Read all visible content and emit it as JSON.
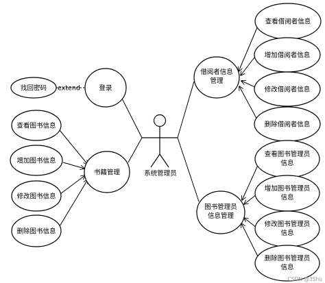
{
  "actor": {
    "name": "系统管理员"
  },
  "use_cases": {
    "login": [
      "登录"
    ],
    "retrieve_password": [
      "找回密码"
    ],
    "book_management": [
      "书籍管理"
    ],
    "view_book": [
      "查看图书信息"
    ],
    "add_book": [
      "增加图书信息"
    ],
    "modify_book": [
      "修改图书信息"
    ],
    "delete_book": [
      "删除图书信息"
    ],
    "borrower_management": [
      "借阅者信息",
      "管理"
    ],
    "view_borrower": [
      "查看借阅者信息"
    ],
    "add_borrower": [
      "增加借阅者信息"
    ],
    "modify_borrower": [
      "修改借阅者信息"
    ],
    "delete_borrower": [
      "删除借阅者信息"
    ],
    "librarian_management": [
      "图书管理员",
      "信息管理"
    ],
    "view_librarian": [
      "查看图书管理员",
      "信息"
    ],
    "add_librarian": [
      "增加图书管理员",
      "信息"
    ],
    "modify_librarian": [
      "修改图书管理员",
      "信息"
    ],
    "delete_librarian": [
      "删除图书管理员",
      "信息"
    ]
  },
  "relations": {
    "extend_label": "extend"
  },
  "watermark": "CSDN @3Shu"
}
